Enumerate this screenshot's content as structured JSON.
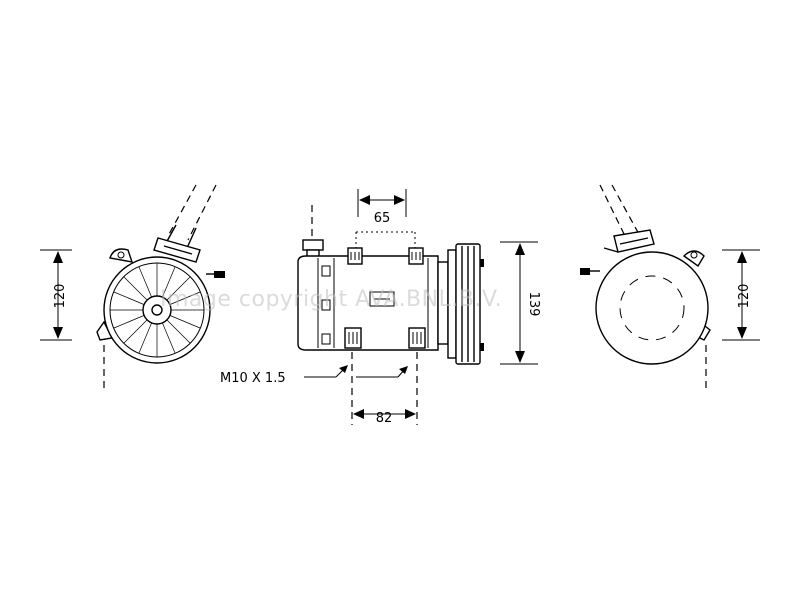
{
  "dimensions": {
    "left_height": "120",
    "top_width": "65",
    "body_height": "139",
    "thread": "M10 X 1.5",
    "bottom_width": "82",
    "right_height": "120"
  },
  "watermark": "Image copyright AVA.BNL.B.V."
}
